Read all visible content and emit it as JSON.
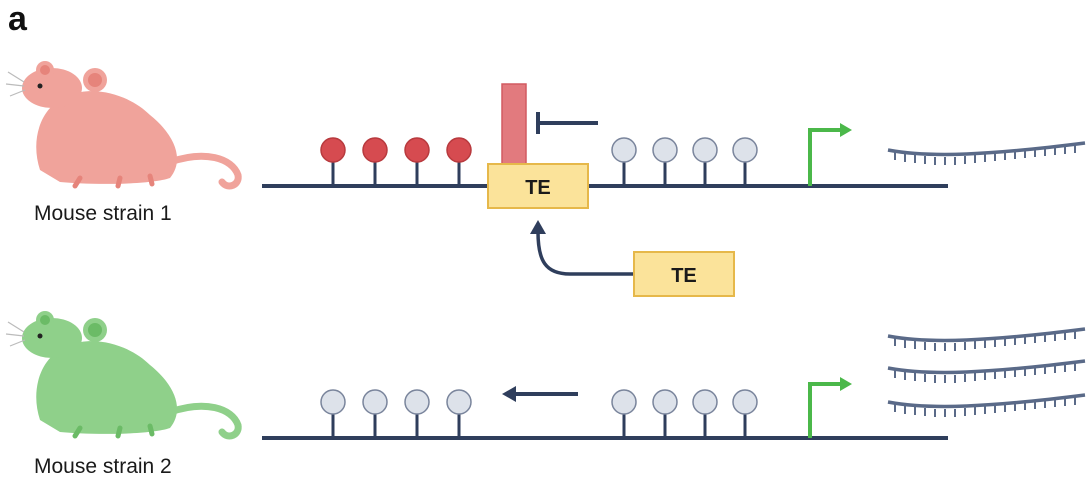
{
  "panel_label": "a",
  "strains": [
    {
      "label": "Mouse strain 1",
      "color": "#f0a39b"
    },
    {
      "label": "Mouse strain 2",
      "color": "#8fd08a"
    }
  ],
  "te_label": "TE",
  "te_insert_label": "TE",
  "colors": {
    "dna_line": "#2f3e5c",
    "methylated": "#d64b50",
    "unmethylated": "#dde2ea",
    "te_box": "#fbe39a",
    "te_border": "#e6b84a",
    "silencer": "#e27a7e",
    "promoter_arrow": "#4bb84a",
    "transcript": "#5a6a88"
  }
}
